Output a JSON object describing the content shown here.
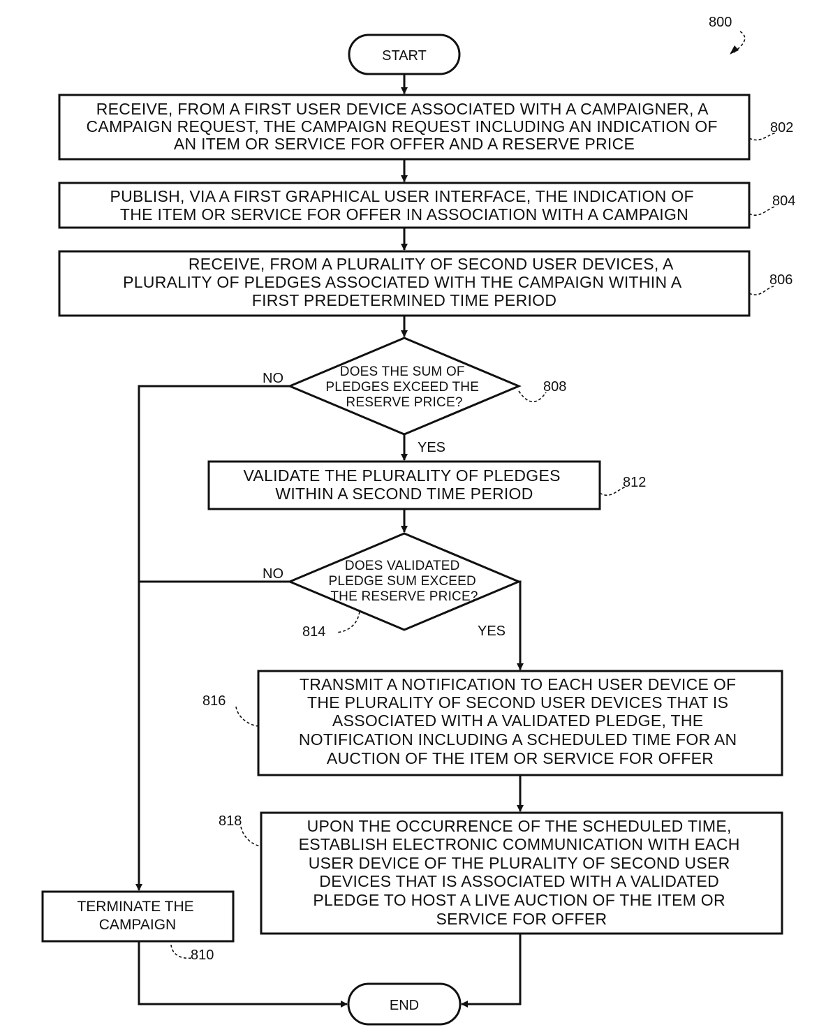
{
  "figure_ref": "800",
  "start": {
    "label": "START"
  },
  "end": {
    "label": "END"
  },
  "steps": {
    "s802": {
      "ref": "802",
      "lines": [
        "RECEIVE, FROM A FIRST USER DEVICE ASSOCIATED WITH A CAMPAIGNER, A",
        "CAMPAIGN REQUEST, THE CAMPAIGN REQUEST INCLUDING AN INDICATION OF",
        "AN ITEM OR SERVICE FOR OFFER AND A RESERVE PRICE"
      ]
    },
    "s804": {
      "ref": "804",
      "lines": [
        "PUBLISH, VIA A FIRST GRAPHICAL USER INTERFACE, THE INDICATION OF",
        "THE ITEM OR SERVICE FOR OFFER IN ASSOCIATION WITH A CAMPAIGN"
      ]
    },
    "s806": {
      "ref": "806",
      "lines": [
        "RECEIVE, FROM A PLURALITY OF SECOND USER DEVICES, A",
        "PLURALITY OF PLEDGES ASSOCIATED WITH THE CAMPAIGN WITHIN A",
        "FIRST PREDETERMINED TIME PERIOD"
      ]
    },
    "s812": {
      "ref": "812",
      "lines": [
        "VALIDATE THE PLURALITY OF PLEDGES",
        "WITHIN A SECOND TIME PERIOD"
      ]
    },
    "s816": {
      "ref": "816",
      "lines": [
        "TRANSMIT A NOTIFICATION TO EACH USER DEVICE OF",
        "THE PLURALITY OF SECOND USER DEVICES THAT IS",
        "ASSOCIATED WITH A VALIDATED PLEDGE, THE",
        "NOTIFICATION INCLUDING A SCHEDULED TIME FOR AN",
        "AUCTION OF THE ITEM OR SERVICE FOR OFFER"
      ]
    },
    "s818": {
      "ref": "818",
      "lines": [
        "UPON THE OCCURRENCE OF THE SCHEDULED TIME,",
        "ESTABLISH ELECTRONIC COMMUNICATION WITH EACH",
        "USER DEVICE OF THE PLURALITY OF SECOND USER",
        "DEVICES THAT IS ASSOCIATED WITH A VALIDATED",
        "PLEDGE TO HOST A LIVE AUCTION OF THE ITEM OR",
        "SERVICE FOR OFFER"
      ]
    },
    "s810": {
      "ref": "810",
      "lines": [
        "TERMINATE THE",
        "CAMPAIGN"
      ]
    }
  },
  "decisions": {
    "d808": {
      "ref": "808",
      "lines": [
        "DOES THE SUM OF",
        "PLEDGES EXCEED THE",
        "RESERVE PRICE?"
      ],
      "no": "NO",
      "yes": "YES"
    },
    "d814": {
      "ref": "814",
      "lines": [
        "DOES VALIDATED",
        "PLEDGE SUM EXCEED",
        "THE RESERVE PRICE?"
      ],
      "no": "NO",
      "yes": "YES"
    }
  }
}
